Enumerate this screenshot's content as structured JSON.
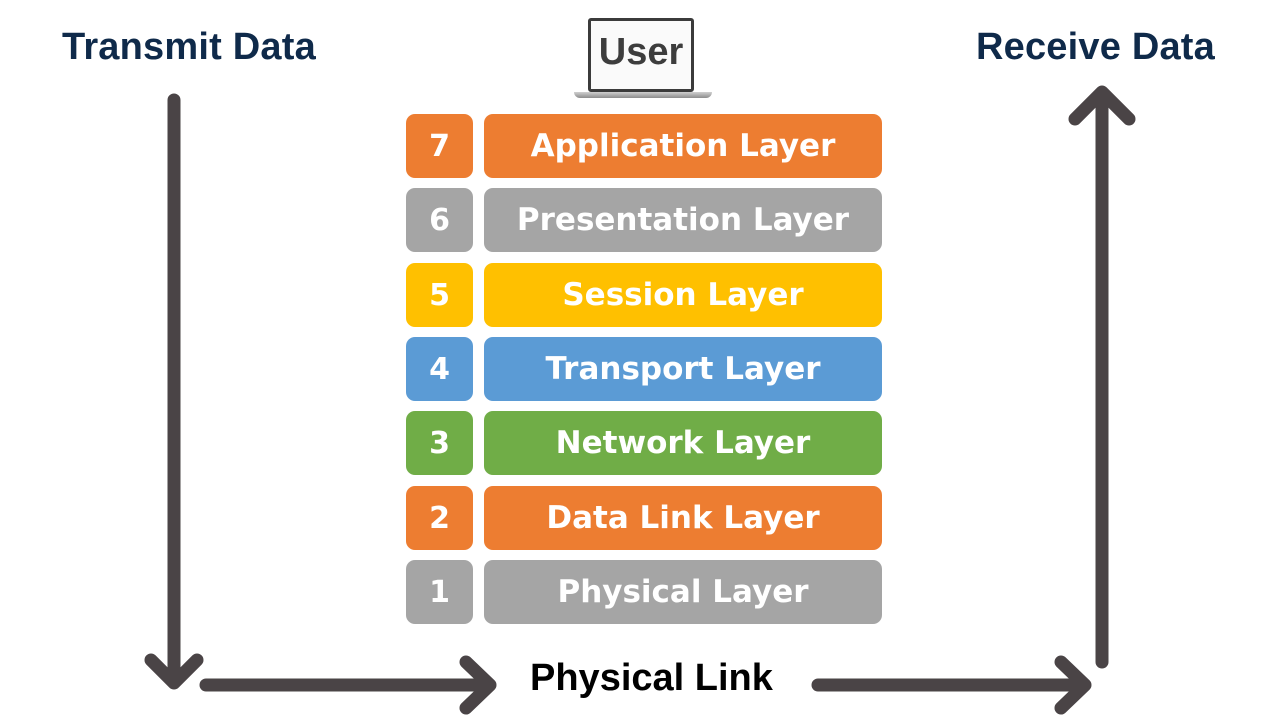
{
  "titles": {
    "transmit": "Transmit Data",
    "receive": "Receive Data"
  },
  "user": {
    "label": "User",
    "icon": "laptop-icon"
  },
  "layers": [
    {
      "number": "7",
      "name": "Application Layer",
      "color": "#ED7D31"
    },
    {
      "number": "6",
      "name": "Presentation Layer",
      "color": "#A5A5A5"
    },
    {
      "number": "5",
      "name": "Session Layer",
      "color": "#FFC000"
    },
    {
      "number": "4",
      "name": "Transport Layer",
      "color": "#5B9BD5"
    },
    {
      "number": "3",
      "name": "Network Layer",
      "color": "#70AD47"
    },
    {
      "number": "2",
      "name": "Data Link Layer",
      "color": "#ED7D31"
    },
    {
      "number": "1",
      "name": "Physical Layer",
      "color": "#A5A5A5"
    }
  ],
  "link_label": "Physical Link",
  "colors": {
    "arrow": "#4a4446",
    "title_text": "#0f2a4a"
  }
}
